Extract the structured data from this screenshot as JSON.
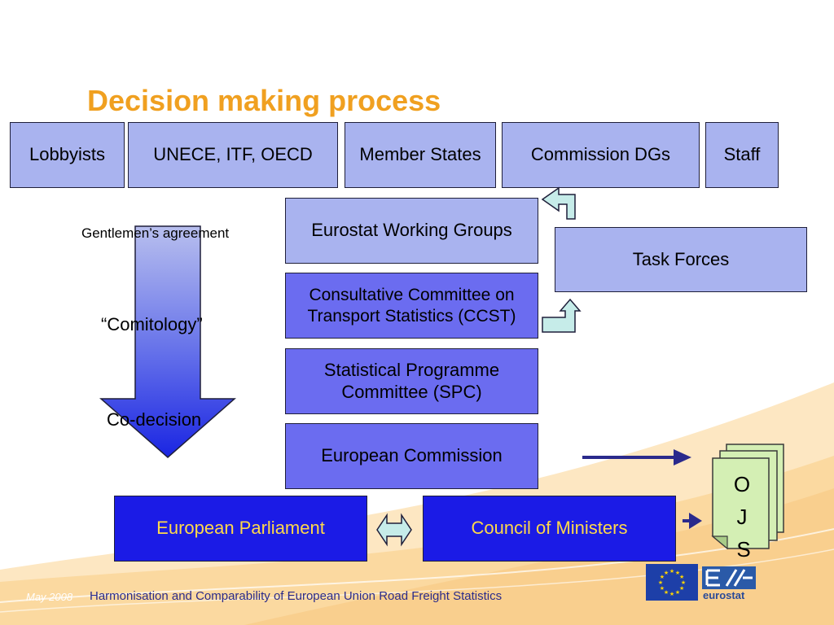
{
  "title": "Decision making process",
  "top_row": [
    "Lobbyists",
    "UNECE, ITF, OECD",
    "Member States",
    "Commission DGs",
    "Staff"
  ],
  "center_stack": [
    "Eurostat Working Groups",
    "Consultative Committee on Transport Statistics (CCST)",
    "Statistical Programme Committee (SPC)",
    "European Commission"
  ],
  "task_forces": "Task Forces",
  "left_labels": {
    "gentlemen": "Gentlemen’s agreement",
    "comitology": "“Comitology”",
    "codecision": "Co-decision"
  },
  "bottom": {
    "parliament": "European Parliament",
    "council": "Council of Ministers"
  },
  "ojs": [
    "O",
    "J",
    "S"
  ],
  "footer": {
    "date": "May 2008",
    "text": "Harmonisation and Comparability of European Union Road Freight Statistics",
    "logo_text": "eurostat"
  },
  "colors": {
    "title": "#f0a020",
    "lavender_box": "#a9b3ef",
    "medium_box": "#6b6cf0",
    "dark_box": "#1b1be6",
    "dark_box_text": "#ffd94a",
    "ojs_page": "#d4efb4",
    "footer_band": "#fbd9a0"
  }
}
